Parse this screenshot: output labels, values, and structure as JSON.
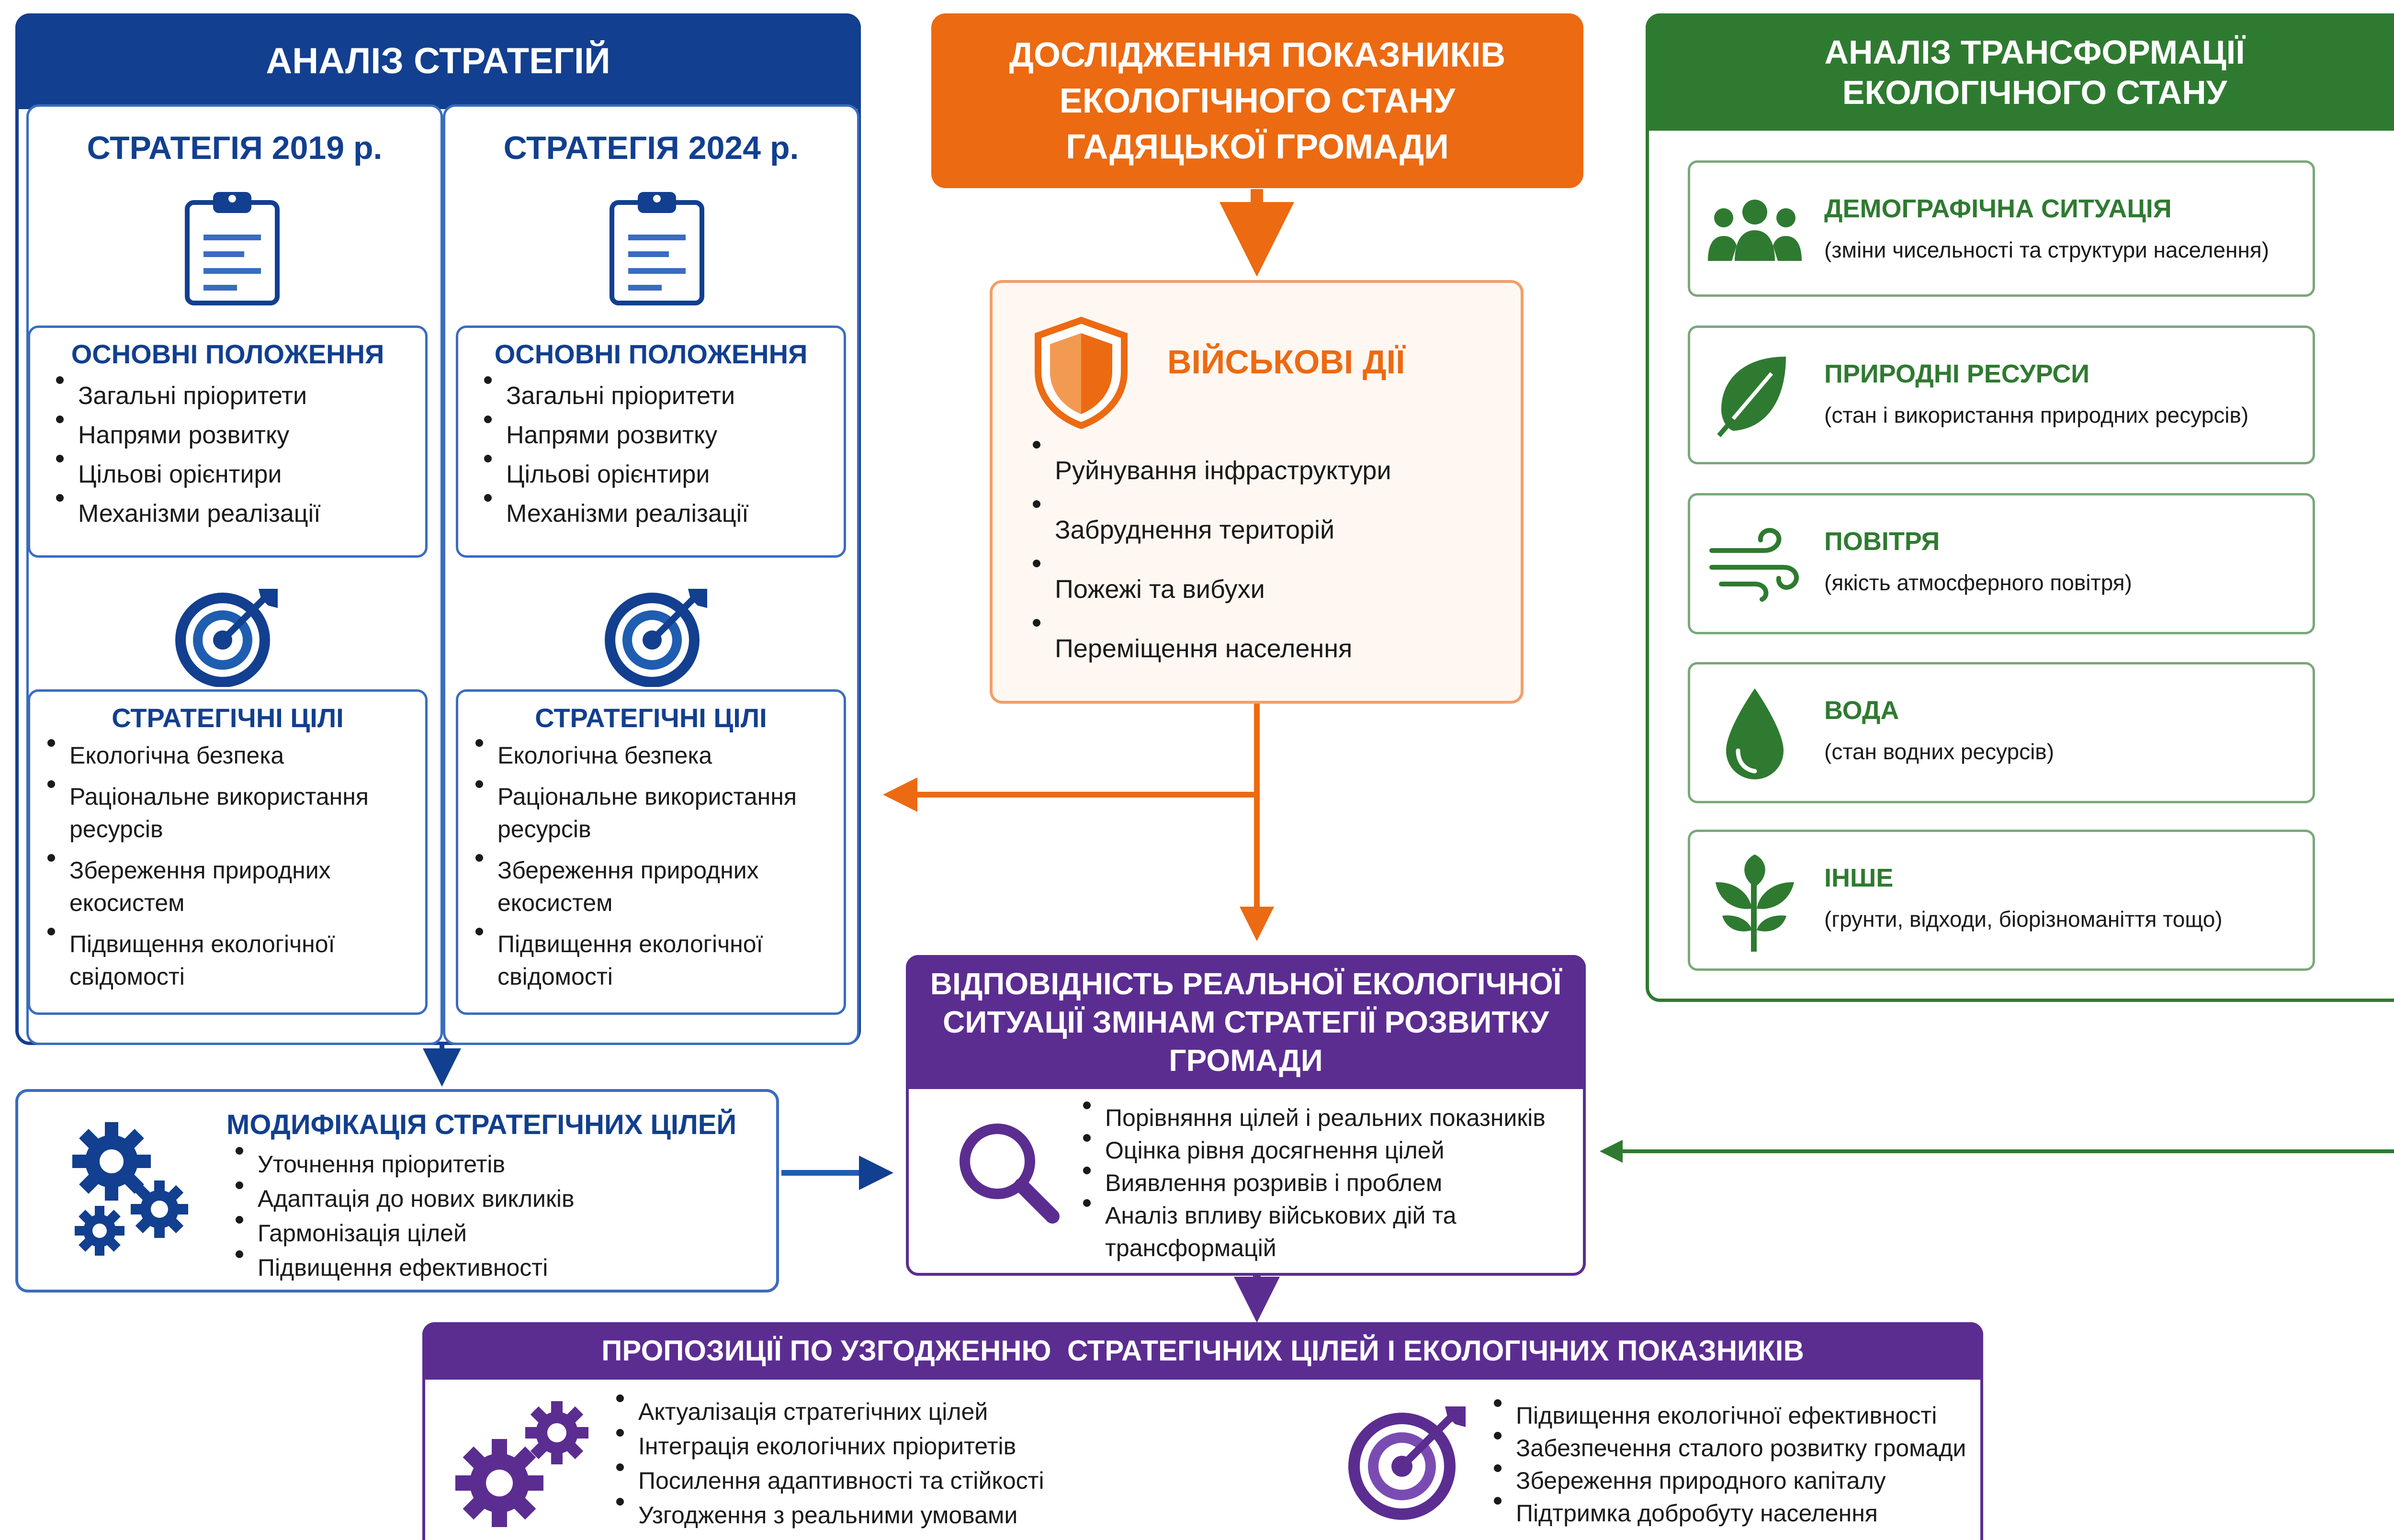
{
  "strategies": {
    "header": "АНАЛІЗ СТРАТЕГІЙ",
    "s2019": {
      "title": "СТРАТЕГІЯ 2019 р.",
      "provisions_title": "ОСНОВНІ ПОЛОЖЕННЯ",
      "provisions": [
        "Загальні пріоритети",
        "Напрями розвитку",
        "Цільові орієнтири",
        "Механізми реалізації"
      ],
      "goals_title": "СТРАТЕГІЧНІ ЦІЛІ",
      "goals": [
        "Екологічна безпека",
        "Раціональне використання ресурсів",
        "Збереження природних екосистем",
        "Підвищення екологічної свідомості"
      ]
    },
    "s2024": {
      "title": "СТРАТЕГІЯ 2024 р.",
      "provisions_title": "ОСНОВНІ ПОЛОЖЕННЯ",
      "provisions": [
        "Загальні пріоритети",
        "Напрями розвитку",
        "Цільові орієнтири",
        "Механізми реалізації"
      ],
      "goals_title": "СТРАТЕГІЧНІ ЦІЛІ",
      "goals": [
        "Екологічна безпека",
        "Раціональне використання ресурсів",
        "Збереження природних екосистем",
        "Підвищення екологічної свідомості"
      ]
    }
  },
  "research": {
    "header": "ДОСЛІДЖЕННЯ ПОКАЗНИКІВ ЕКОЛОГІЧНОГО СТАНУ ГАДЯЦЬКОЇ ГРОМАДИ",
    "military": {
      "title": "ВІЙСЬКОВІ ДІЇ",
      "items": [
        "Руйнування інфраструктури",
        "Забруднення територій",
        "Пожежі та вибухи",
        "Переміщення населення"
      ]
    }
  },
  "transformation": {
    "header_line1": "АНАЛІЗ ТРАНСФОРМАЦІЇ",
    "header_line2": "ЕКОЛОГІЧНОГО СТАНУ",
    "items": [
      {
        "title": "ДЕМОГРАФІЧНА СИТУАЦІЯ",
        "desc": "(зміни чисельності та структури населення)",
        "icon": "people-icon"
      },
      {
        "title": "ПРИРОДНІ РЕСУРСИ",
        "desc": "(стан і використання природних ресурсів)",
        "icon": "leaf-icon"
      },
      {
        "title": "ПОВІТРЯ",
        "desc": "(якість атмосферного повітря)",
        "icon": "wind-icon"
      },
      {
        "title": "ВОДА",
        "desc": "(стан водних ресурсів)",
        "icon": "water-drop-icon"
      },
      {
        "title": "ІНШЕ",
        "desc": "(грунти, відходи, біорізноманіття тощо)",
        "icon": "sprout-icon"
      }
    ]
  },
  "modification": {
    "title": "МОДИФІКАЦІЯ СТРАТЕГІЧНИХ ЦІЛЕЙ",
    "items": [
      "Уточнення пріоритетів",
      "Адаптація до нових викликів",
      "Гармонізація цілей",
      "Підвищення ефективності"
    ]
  },
  "correspondence": {
    "title_line1": "ВІДПОВІДНІСТЬ РЕАЛЬНОЇ ЕКОЛОГІЧНОЇ",
    "title_line2": "СИТУАЦІЇ ЗМІНАМ СТРАТЕГІЇ РОЗВИТКУ",
    "title_line3": "ГРОМАДИ",
    "items": [
      "Порівняння цілей і реальних показників",
      "Оцінка рівня досягнення цілей",
      "Виявлення розривів і проблем",
      "Аналіз впливу військових дій та трансформацій"
    ]
  },
  "proposals": {
    "title": "ПРОПОЗИЦІЇ ПО УЗГОДЖЕННЮ  СТРАТЕГІЧНИХ ЦІЛЕЙ І ЕКОЛОГІЧНИХ ПОКАЗНИКІВ",
    "left_items": [
      "Актуалізація стратегічних цілей",
      "Інтеграція екологічних пріоритетів",
      "Посилення адаптивності та стійкості",
      "Узгодження з реальними умовами"
    ],
    "right_items": [
      "Підвищення екологічної ефективності",
      "Забезпечення сталого розвитку громади",
      "Збереження природного капіталу",
      "Підтримка добробуту населення"
    ]
  },
  "colors": {
    "blue": "#123f8f",
    "blue_mid": "#1f5db0",
    "orange": "#ec6a12",
    "green": "#2f7a31",
    "purple": "#5b2d91"
  }
}
